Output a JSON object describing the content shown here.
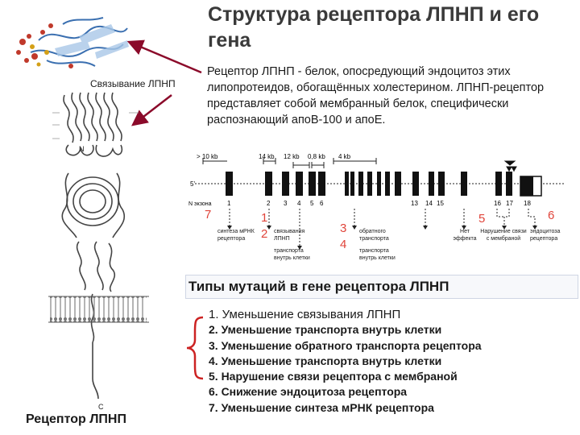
{
  "slide": {
    "title": "Структура рецептора ЛПНП и его гена",
    "description": "Рецептор ЛПНП - белок, опосредующий эндоцитоз этих липопротеидов, обогащённых холестерином. ЛПНП-рецептор представляет собой мембранный белок, специфически распознающий апоВ-100 и апоЕ.",
    "binding_label": "Связывание ЛПНП",
    "receptor_caption": "Рецептор ЛПНП",
    "mutation_types_title": "Типы мутаций в гене рецептора ЛПНП"
  },
  "gene_diagram": {
    "five_prime": "5'",
    "exon_number_label": "N экзона",
    "distances": [
      "> 10 kb",
      "14 kb",
      "12 kb",
      "0,8 kb",
      "4 kb"
    ],
    "exon_numbers": [
      "1",
      "2",
      "3",
      "4",
      "5",
      "6",
      "13",
      "14",
      "15",
      "16",
      "17",
      "18"
    ],
    "effects": [
      "синтеза мРНК рецептора",
      "связывания ЛПНП",
      "транспорта внутрь клетки",
      "обратного транспорта рецептора",
      "транспорта внутрь клетки",
      "Нет эффекта",
      "Нарушение связи с мембраной",
      "эндоцитоза рецептора"
    ],
    "red_numbers": [
      "7",
      "1",
      "2",
      "3",
      "4",
      "5",
      "6"
    ]
  },
  "mutation_list": [
    "1. Уменьшение связывания ЛПНП",
    "2. Уменьшение транспорта внутрь клетки",
    "3. Уменьшение обратного транспорта рецептора",
    "4. Уменьшение транспорта внутрь клетки",
    "5. Нарушение связи рецептора с мембраной",
    "6. Снижение эндоцитоза рецептора",
    "7. Уменьшение синтеза мРНК рецептора"
  ],
  "receptor_labels": {
    "n_term": "N",
    "c_term": "C"
  },
  "colors": {
    "arrow": "#8b0a2a",
    "red_number": "#e0443a",
    "brace": "#cc2222",
    "exon": "#111111"
  }
}
